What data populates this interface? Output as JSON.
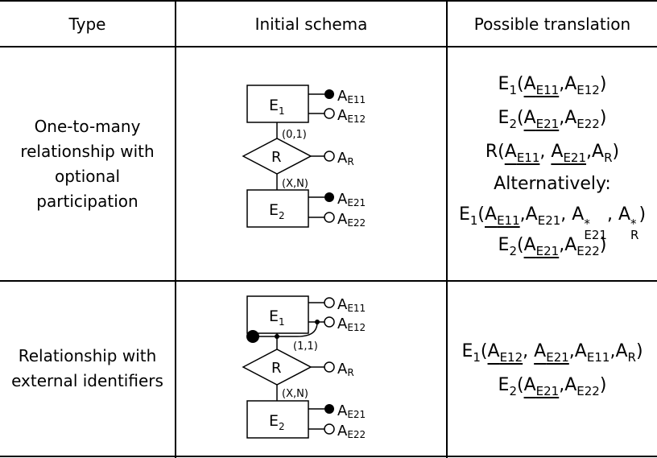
{
  "headers": {
    "type": "Type",
    "schema": "Initial schema",
    "translation": "Possible translation"
  },
  "row1": {
    "type_lines": [
      "One-to-many",
      "relationship with",
      "optional",
      "participation"
    ],
    "diagram": {
      "entity1": "E",
      "entity1_sub": "1",
      "entity2": "E",
      "entity2_sub": "2",
      "relationship": "R",
      "card_top": "(0,1)",
      "card_bottom": "(X,N)",
      "attr_e11": "A",
      "attr_e11_sub": "E11",
      "attr_e12": "A",
      "attr_e12_sub": "E12",
      "attr_r": "A",
      "attr_r_sub": "R",
      "attr_e21": "A",
      "attr_e21_sub": "E21",
      "attr_e22": "A",
      "attr_e22_sub": "E22"
    },
    "translation": {
      "alternatively": "Alternatively:"
    }
  },
  "row2": {
    "type_lines": [
      "Relationship with",
      "external identifiers"
    ],
    "diagram": {
      "entity1": "E",
      "entity1_sub": "1",
      "entity2": "E",
      "entity2_sub": "2",
      "relationship": "R",
      "card_top": "(1,1)",
      "card_bottom": "(X,N)",
      "attr_e11": "A",
      "attr_e11_sub": "E11",
      "attr_e12": "A",
      "attr_e12_sub": "E12",
      "attr_r": "A",
      "attr_r_sub": "R",
      "attr_e21": "A",
      "attr_e21_sub": "E21",
      "attr_e22": "A",
      "attr_e22_sub": "E22"
    }
  },
  "symbols": {
    "E": "E",
    "A": "A",
    "R": "R",
    "one": "1",
    "two": "2",
    "E11": "E11",
    "E12": "E12",
    "E21": "E21",
    "E22": "E22",
    "star": "*",
    "lparen": "(",
    "rparen": ")",
    "comma": ",",
    "commasp": ", "
  }
}
